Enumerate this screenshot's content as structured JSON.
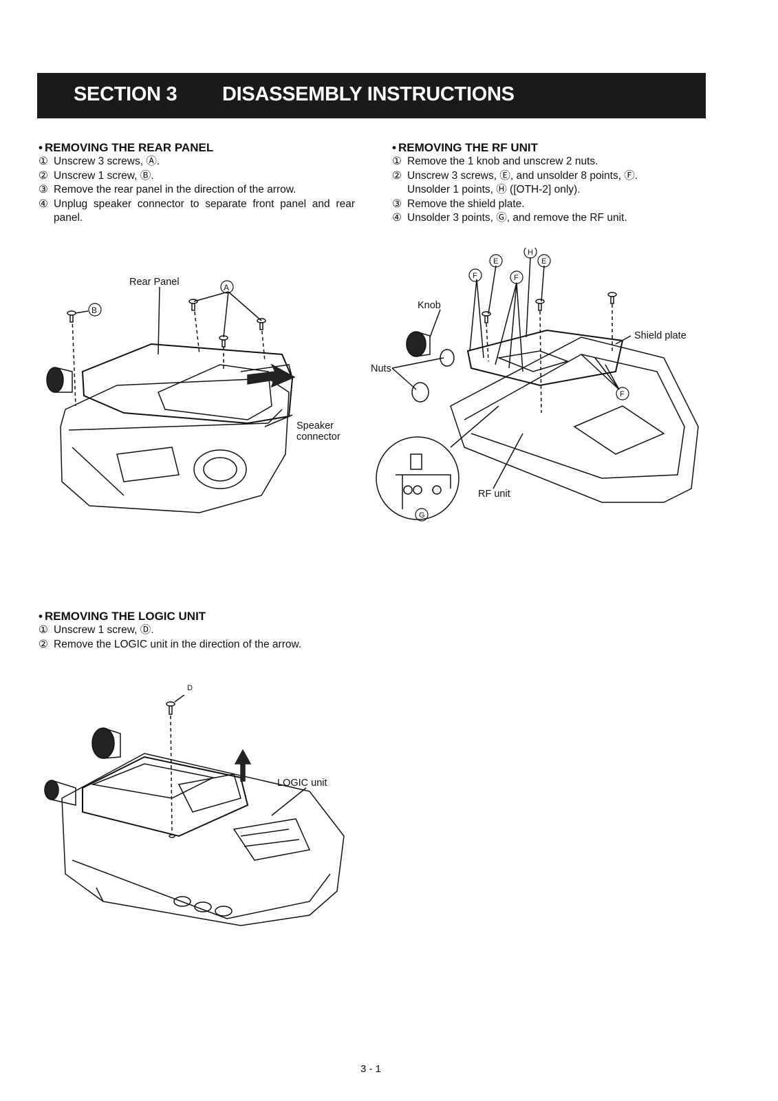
{
  "header": {
    "section": "SECTION 3",
    "title": "DISASSEMBLY INSTRUCTIONS"
  },
  "rear_panel": {
    "bullet": "•",
    "heading": "REMOVING THE REAR PANEL",
    "steps": [
      {
        "num": "①",
        "text": "Unscrew 3 screws, Ⓐ."
      },
      {
        "num": "②",
        "text": "Unscrew 1 screw, Ⓑ."
      },
      {
        "num": "③",
        "text": "Remove the rear panel in the direction of the arrow."
      },
      {
        "num": "④",
        "text": "Unplug speaker connector to separate front panel and rear panel."
      }
    ],
    "figure": {
      "labels": {
        "rear_panel": "Rear  Panel",
        "speaker": "Speaker",
        "connector": "connector",
        "mark_a": "A",
        "mark_b": "B"
      }
    }
  },
  "rf_unit": {
    "bullet": "•",
    "heading": "REMOVING THE RF UNIT",
    "steps": [
      {
        "num": "①",
        "text": "Remove the 1 knob and unscrew 2 nuts."
      },
      {
        "num": "②",
        "text": "Unscrew 3 screws, Ⓔ,  and unsolder 8 points, Ⓕ."
      },
      {
        "num": "",
        "text": "Unsolder 1 points, Ⓗ ([OTH-2] only)."
      },
      {
        "num": "③",
        "text": "Remove the shield plate."
      },
      {
        "num": "④",
        "text": "Unsolder 3 points, Ⓖ, and remove the RF unit."
      }
    ],
    "figure": {
      "labels": {
        "knob": "Knob",
        "nuts": "Nuts",
        "shield_plate": "Shield plate",
        "rf_unit": "RF unit",
        "mark_e": "E",
        "mark_f": "F",
        "mark_g": "G",
        "mark_h": "H"
      }
    }
  },
  "logic_unit": {
    "bullet": "•",
    "heading": "REMOVING THE LOGIC UNIT",
    "steps": [
      {
        "num": "①",
        "text": "Unscrew 1 screw, Ⓓ."
      },
      {
        "num": "②",
        "text": "Remove the LOGIC unit in the direction of the arrow."
      }
    ],
    "figure": {
      "labels": {
        "logic_unit": "LOGIC  unit",
        "mark_d": "D"
      }
    }
  },
  "footer": {
    "page_number": "3 - 1"
  }
}
